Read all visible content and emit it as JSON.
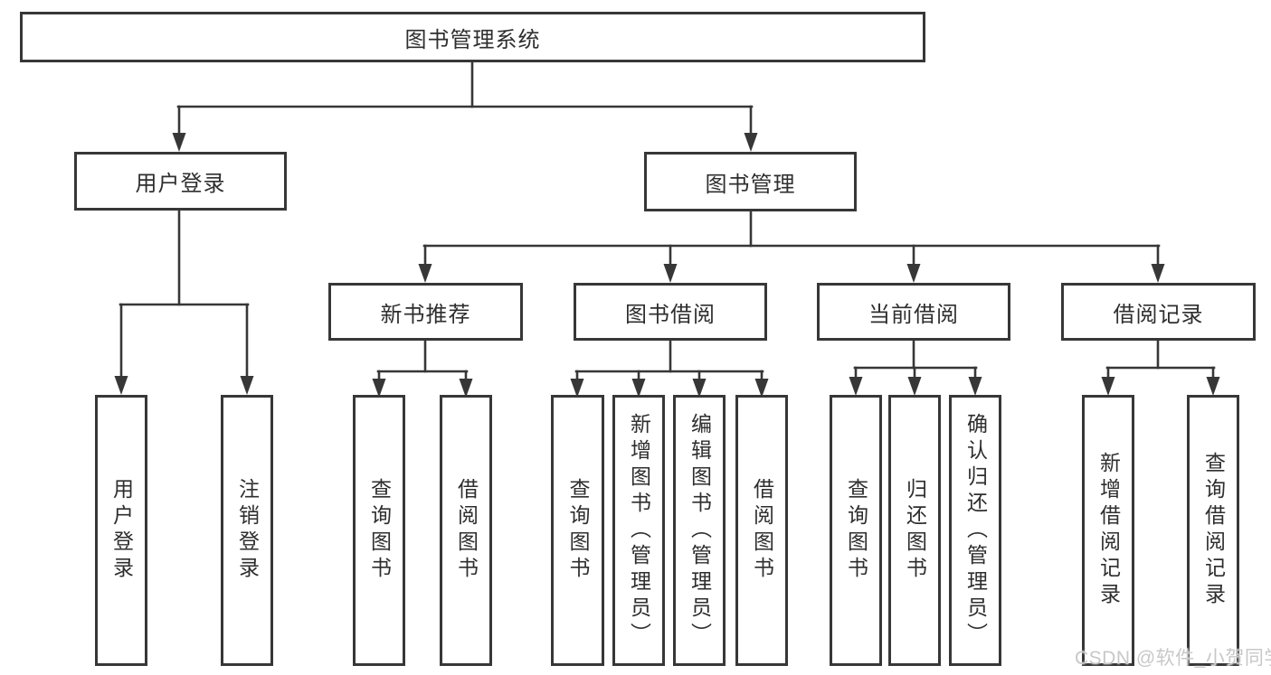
{
  "diagram": {
    "root": {
      "label": "图书管理系统"
    },
    "branches": [
      {
        "label": "用户登录",
        "children": [
          {
            "label": "用户登录"
          },
          {
            "label": "注销登录"
          }
        ]
      },
      {
        "label": "图书管理",
        "children": [
          {
            "label": "新书推荐",
            "children": [
              {
                "label": "查询图书"
              },
              {
                "label": "借阅图书"
              }
            ]
          },
          {
            "label": "图书借阅",
            "children": [
              {
                "label": "查询图书"
              },
              {
                "label": "新增图书（管理员）"
              },
              {
                "label": "编辑图书（管理员）"
              },
              {
                "label": "借阅图书"
              }
            ]
          },
          {
            "label": "当前借阅",
            "children": [
              {
                "label": "查询图书"
              },
              {
                "label": "归还图书"
              },
              {
                "label": "确认归还（管理员）"
              }
            ]
          },
          {
            "label": "借阅记录",
            "children": [
              {
                "label": "新增借阅记录"
              },
              {
                "label": "查询借阅记录"
              }
            ]
          }
        ]
      }
    ],
    "watermark": "CSDN @软件_小贺同学",
    "colors": {
      "line": "#373737",
      "box_background": "#ffffff",
      "text": "#2e2e2e",
      "watermark": "#c8c8c8"
    }
  }
}
